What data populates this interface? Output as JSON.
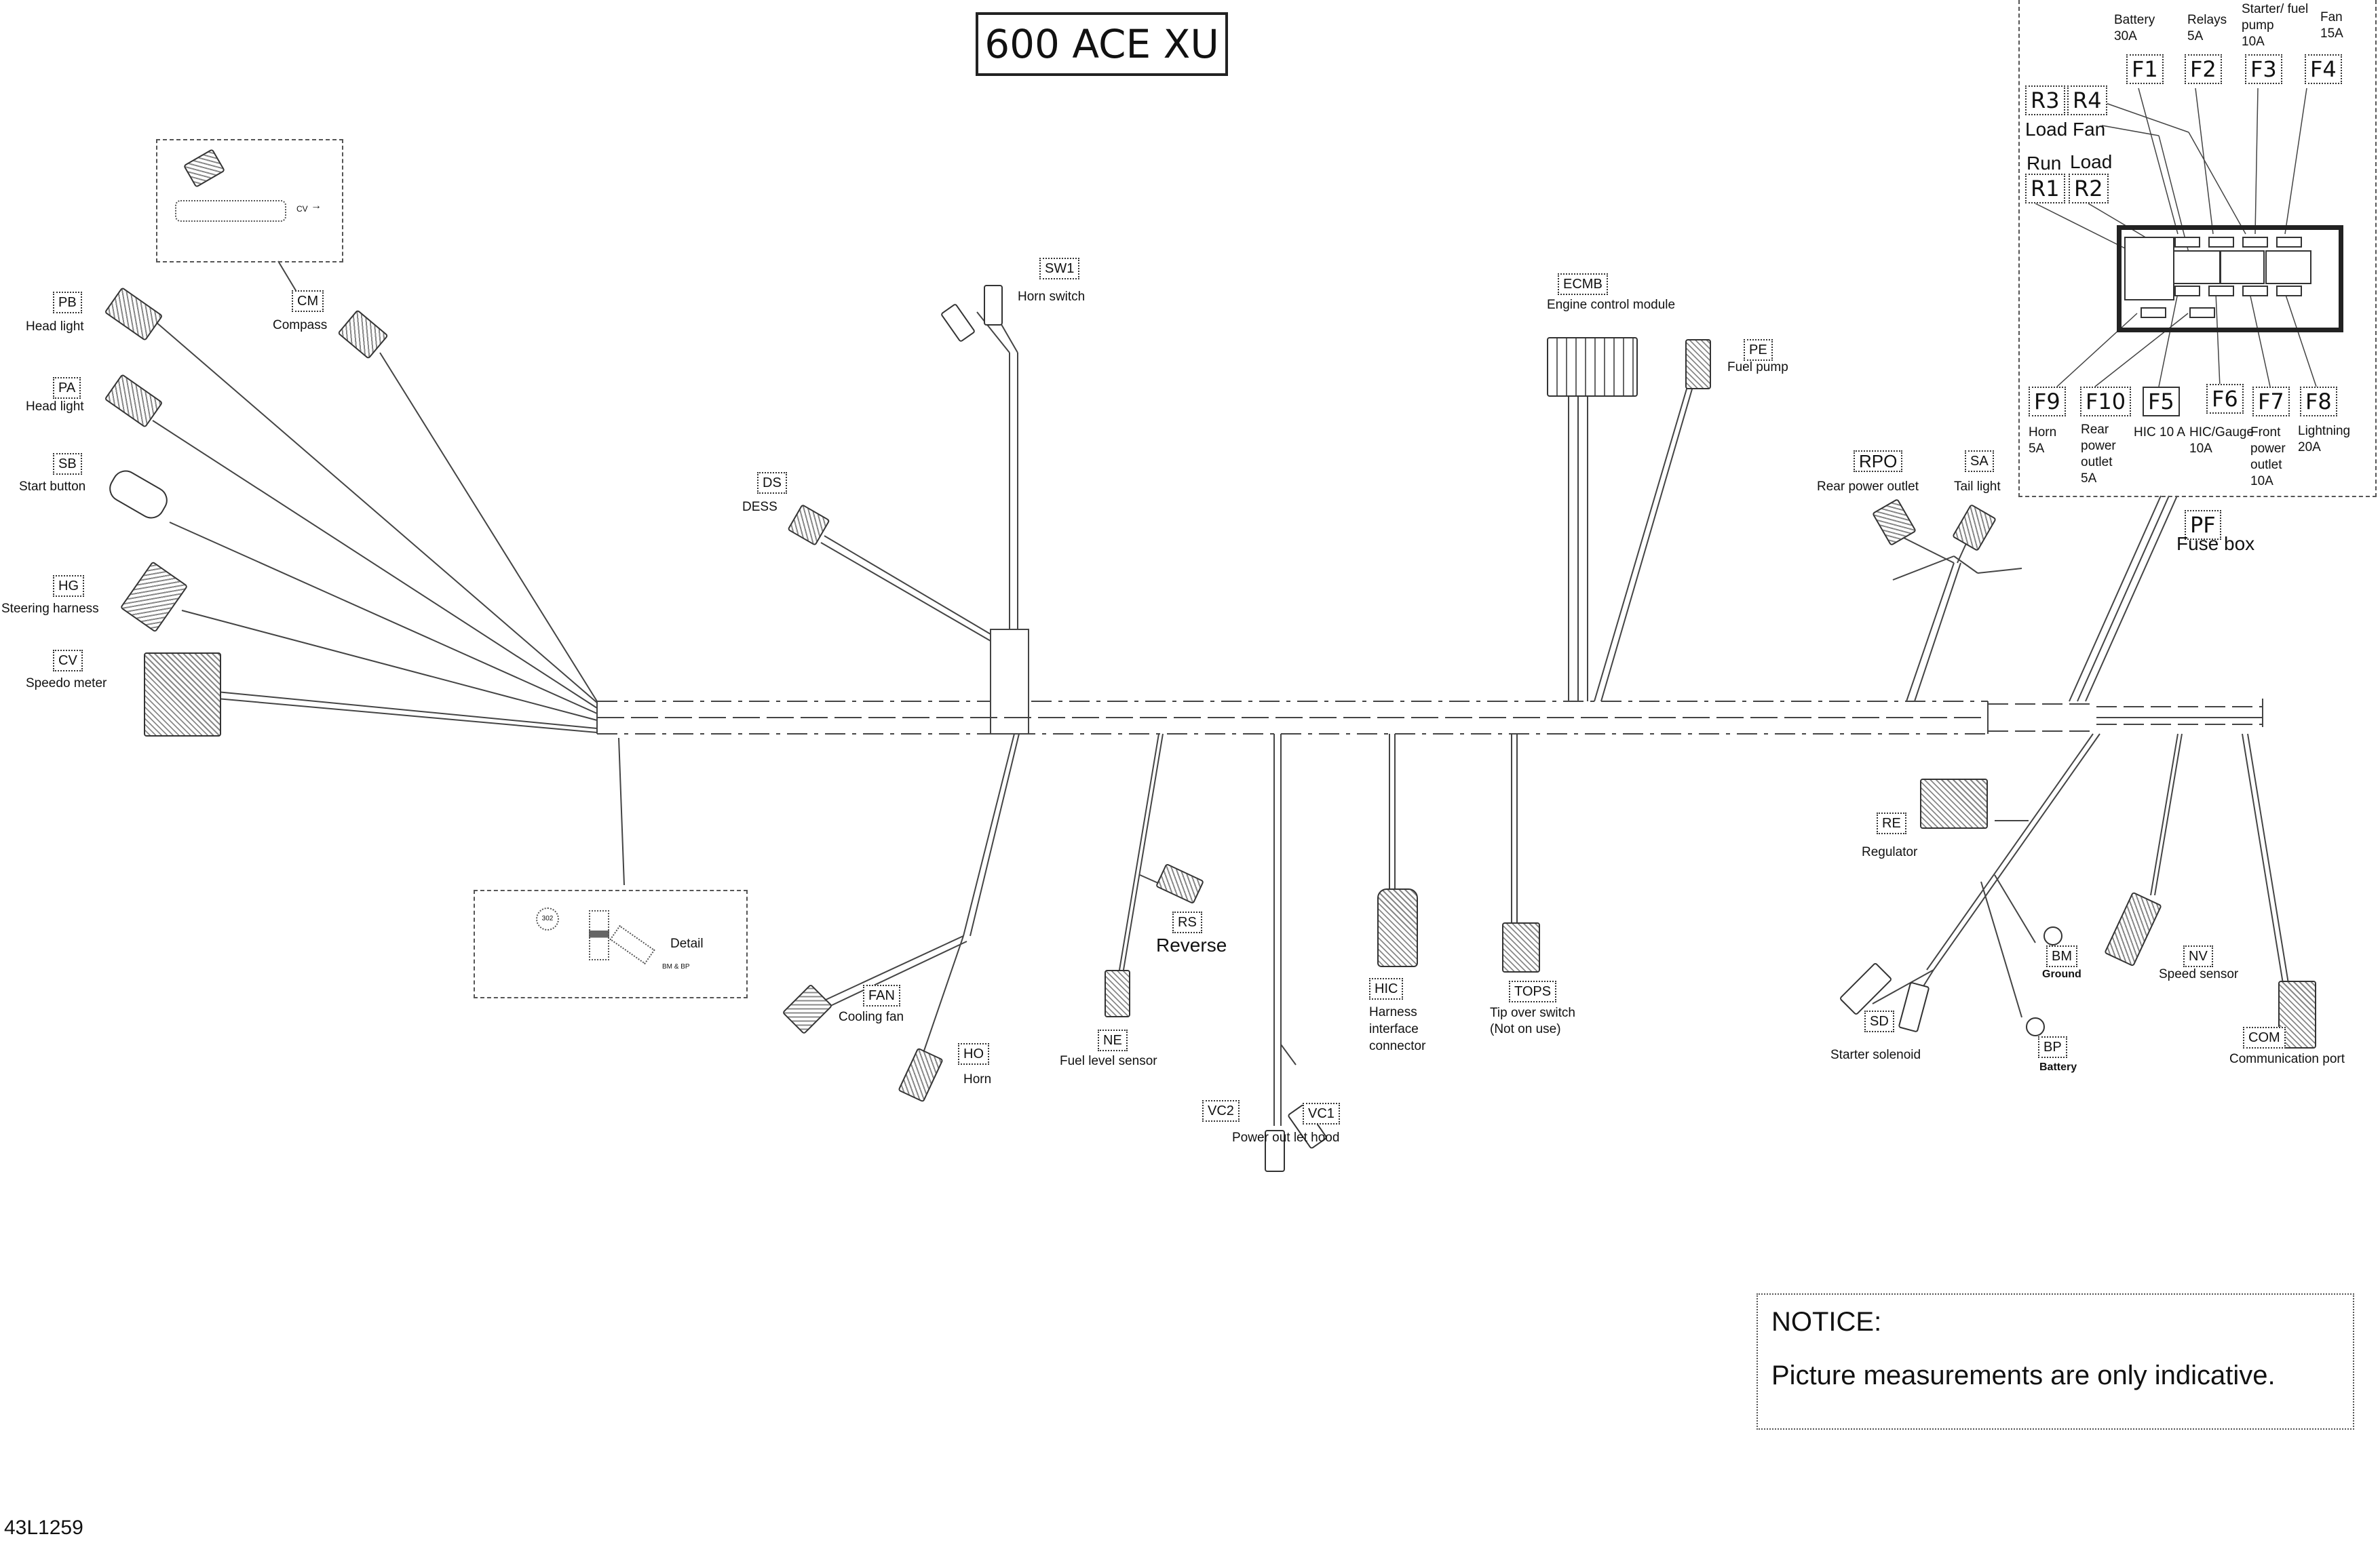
{
  "title": "600 ACE XU",
  "drawing_code": "43L1259",
  "notice": {
    "heading": "NOTICE:",
    "text": "Picture measurements are only indicative."
  },
  "fuse_box": {
    "code": "PF",
    "label": "Fuse box",
    "top_fuses": [
      {
        "code": "F1",
        "label": "Battery",
        "rating": "30A"
      },
      {
        "code": "F2",
        "label": "Relays",
        "rating": "5A"
      },
      {
        "code": "F3",
        "label": "Starter/ fuel pump",
        "rating": "10A"
      },
      {
        "code": "F4",
        "label": "Fan",
        "rating": "15A"
      }
    ],
    "relays": [
      {
        "code": "R3",
        "label": "Load"
      },
      {
        "code": "R4",
        "label": "Fan"
      },
      {
        "code": "R1",
        "label": "Run"
      },
      {
        "code": "R2",
        "label": "Load"
      }
    ],
    "bottom_fuses": [
      {
        "code": "F9",
        "label": "Horn",
        "rating": "5A"
      },
      {
        "code": "F10",
        "label": "Rear power outlet",
        "rating": "5A"
      },
      {
        "code": "F5",
        "label": "HIC 10 A",
        "rating": ""
      },
      {
        "code": "F6",
        "label": "HIC/Gauge",
        "rating": "10A"
      },
      {
        "code": "F7",
        "label": "Front power outlet",
        "rating": "10A"
      },
      {
        "code": "F8",
        "label": "Lightning",
        "rating": "20A"
      }
    ]
  },
  "connectors": {
    "pb": {
      "code": "PB",
      "label": "Head light"
    },
    "pa": {
      "code": "PA",
      "label": "Head light"
    },
    "sb": {
      "code": "SB",
      "label": "Start button"
    },
    "hg": {
      "code": "HG",
      "label": "Steering harness"
    },
    "cv": {
      "code": "CV",
      "label": "Speedo meter"
    },
    "cm": {
      "code": "CM",
      "label": "Compass",
      "detail_ref": "CV"
    },
    "sw1": {
      "code": "SW1",
      "label": "Horn switch"
    },
    "ds": {
      "code": "DS",
      "label": "DESS"
    },
    "ecmb": {
      "code": "ECMB",
      "label": "Engine control module"
    },
    "pe": {
      "code": "PE",
      "label": "Fuel pump"
    },
    "rpo": {
      "code": "RPO",
      "label": "Rear power outlet"
    },
    "sa": {
      "code": "SA",
      "label": "Tail light"
    },
    "fan": {
      "code": "FAN",
      "label": "Cooling fan"
    },
    "ho": {
      "code": "HO",
      "label": "Horn"
    },
    "rs": {
      "code": "RS",
      "label": "Reverse"
    },
    "ne": {
      "code": "NE",
      "label": "Fuel level sensor"
    },
    "vc2": {
      "code": "VC2"
    },
    "vc1": {
      "code": "VC1",
      "label": "Power out let hood"
    },
    "hic": {
      "code": "HIC",
      "label": "Harness interface connector"
    },
    "tops": {
      "code": "TOPS",
      "label": "Tip over switch (Not on use)"
    },
    "re": {
      "code": "RE",
      "label": "Regulator"
    },
    "sd": {
      "code": "SD",
      "label": "Starter solenoid"
    },
    "bm": {
      "code": "BM",
      "label": "Ground"
    },
    "bp": {
      "code": "BP",
      "label": "Battery"
    },
    "nv": {
      "code": "NV",
      "label": "Speed sensor"
    },
    "com": {
      "code": "COM",
      "label": "Communication port"
    }
  },
  "detail": {
    "label": "Detail",
    "part_number": "302",
    "refs": "BM & BP"
  }
}
